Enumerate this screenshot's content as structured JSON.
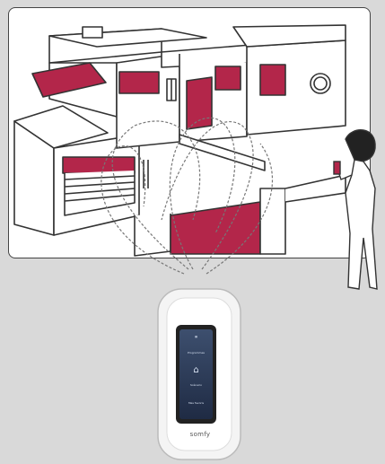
{
  "scene": {
    "accent_color": "#b3264a",
    "line_color": "#333333"
  },
  "remote": {
    "brand": "somfy",
    "screen_items": [
      "Programmes",
      "Scénario",
      "Mes favoris"
    ]
  },
  "icons": [
    "home-icon",
    "calendar-icon",
    "settings-icon"
  ]
}
